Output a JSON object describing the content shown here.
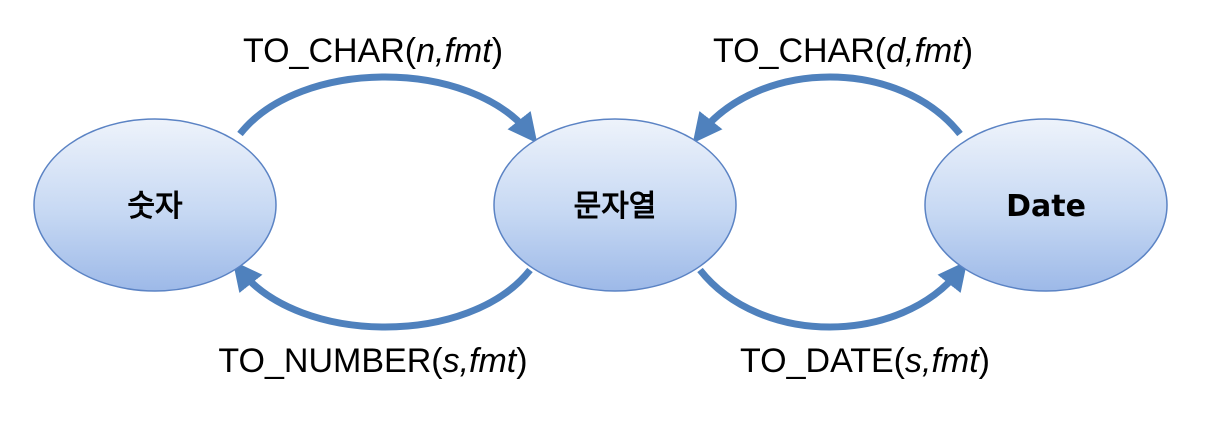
{
  "nodes": {
    "number": "숫자",
    "string": "문자열",
    "date": "Date"
  },
  "edges": {
    "number_to_string": {
      "func": "TO_CHAR(",
      "args": "n,fmt",
      "close": ")"
    },
    "date_to_string": {
      "func": "TO_CHAR(",
      "args": "d,fmt",
      "close": ")"
    },
    "string_to_number": {
      "func": "TO_NUMBER(",
      "args": "s,fmt",
      "close": ")"
    },
    "string_to_date": {
      "func": "TO_DATE(",
      "args": "s,fmt",
      "close": ")"
    }
  },
  "colors": {
    "arrow": "#4f81bd",
    "ellipse_top": "#eef3fb",
    "ellipse_bottom": "#9db9e8",
    "ellipse_stroke": "#5b83c4"
  }
}
